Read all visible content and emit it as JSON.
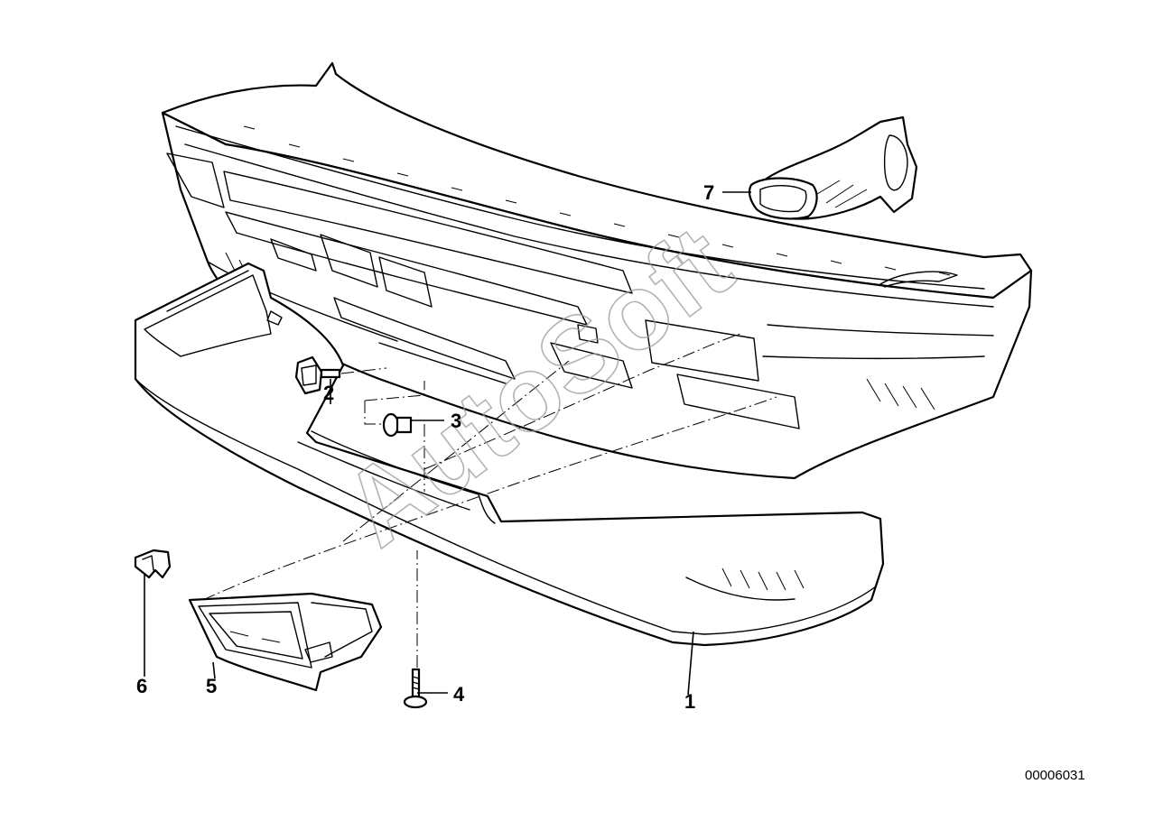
{
  "diagram": {
    "callouts": [
      "1",
      "2",
      "3",
      "4",
      "5",
      "6",
      "7"
    ],
    "diagram_number": "00006031",
    "watermark": "AutoSoft"
  }
}
